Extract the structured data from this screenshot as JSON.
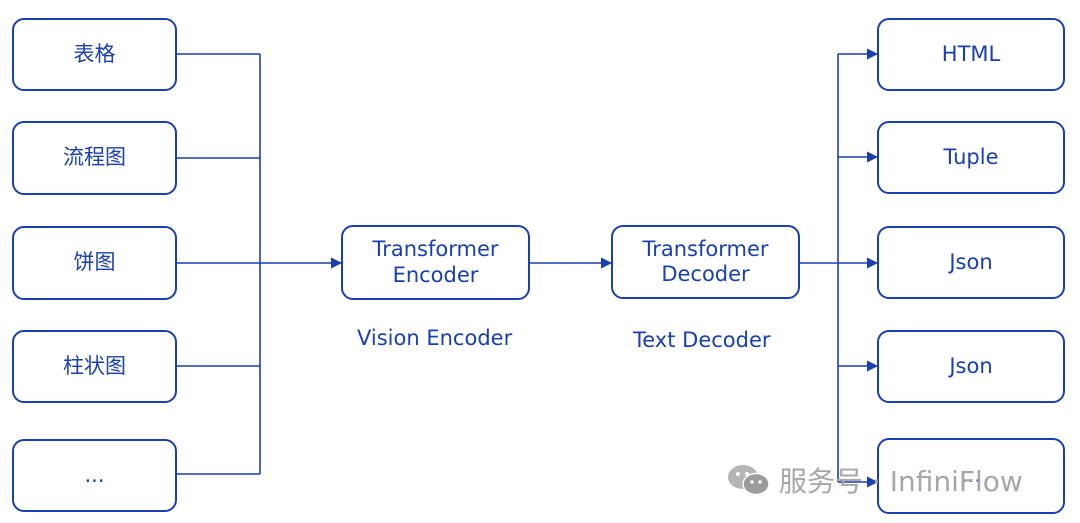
{
  "colors": {
    "stroke": "#1a3fb0",
    "watermark": "#a7a7a7"
  },
  "inputs": [
    {
      "label": "表格"
    },
    {
      "label": "流程图"
    },
    {
      "label": "饼图"
    },
    {
      "label": "柱状图"
    },
    {
      "label": "..."
    }
  ],
  "encoder": {
    "label_line1": "Transformer",
    "label_line2": "Encoder",
    "caption": "Vision Encoder"
  },
  "decoder": {
    "label_line1": "Transformer",
    "label_line2": "Decoder",
    "caption": "Text Decoder"
  },
  "outputs": [
    {
      "label": "HTML"
    },
    {
      "label": "Tuple"
    },
    {
      "label": "Json"
    },
    {
      "label": "Json"
    },
    {
      "label": "..."
    }
  ],
  "watermark": {
    "text": "服务号 · InfiniFlow",
    "icon": "wechat-logo-icon"
  }
}
